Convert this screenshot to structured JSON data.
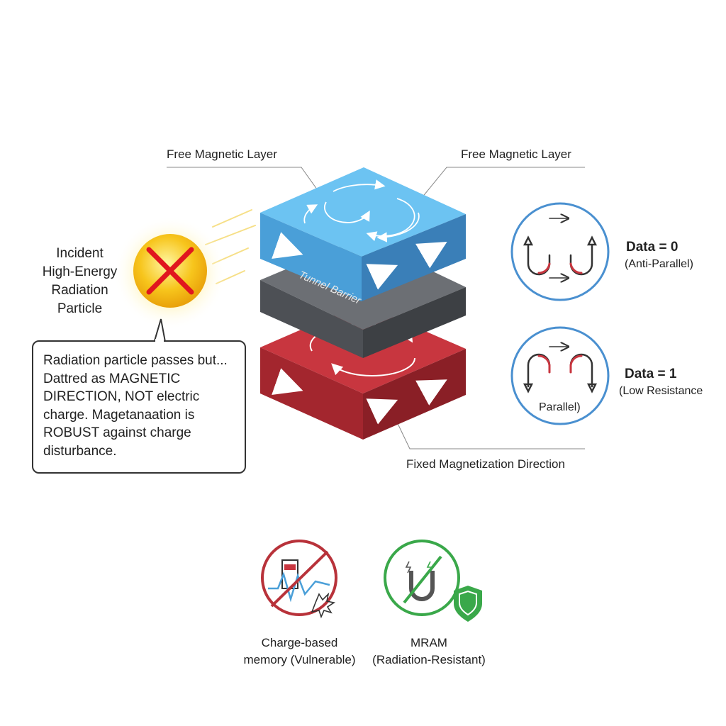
{
  "labels": {
    "free_layer_left": "Free Magnetic Layer",
    "free_layer_right": "Free Magnetic Layer",
    "tunnel_barrier": "Tunnel Barrier",
    "fixed_direction": "Fixed Magnetization Direction"
  },
  "particle": {
    "lines": [
      "Incident",
      "High-Energy",
      "Radiation",
      "Particle"
    ]
  },
  "callout": {
    "text": "Radiation particle passes but... Dattred as MAGNETIC DIRECTION, NOT electric charge. Magetanaation is ROBUST against charge disturbance."
  },
  "states": [
    {
      "title": "Data = 0",
      "subtitle": "(Anti-Parallel)"
    },
    {
      "title": "Data = 1",
      "subtitle": "(Low Resistance",
      "inner": "Parallel)"
    }
  ],
  "comparison": [
    {
      "line1": "Charge-based",
      "line2": "memory (Vulnerable)"
    },
    {
      "line1": "MRAM",
      "line2": "(Radiation-Resistant)"
    }
  ],
  "colors": {
    "blue": "#4a9fd8",
    "red": "#b8323a",
    "gray": "#5a5d62",
    "green": "#3aa84a",
    "yellow": "#f5c518",
    "circle": "#4a90d0"
  }
}
